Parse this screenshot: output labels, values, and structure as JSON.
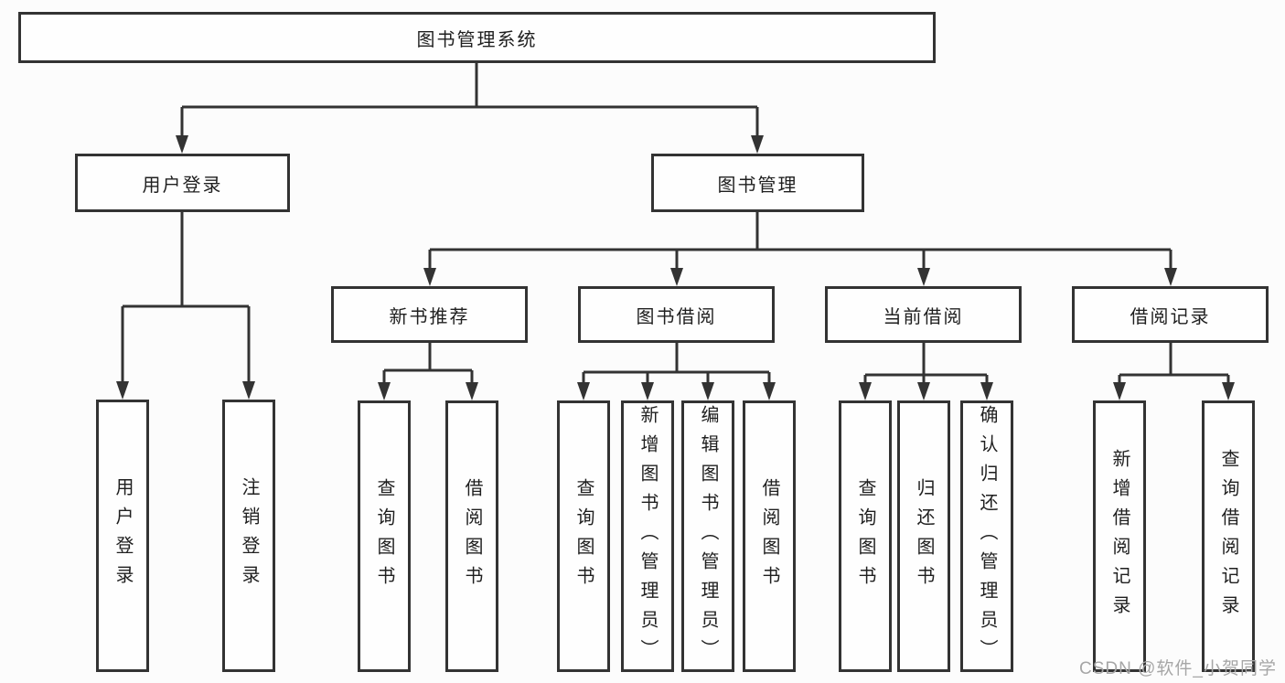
{
  "colors": {
    "background": "#fcfcfc",
    "line": "#333333",
    "box_border": "#333333",
    "box_fill": "#fefefe",
    "text": "#1f1f1f",
    "watermark": "#a6a6a6"
  },
  "tree": {
    "root": {
      "label": "图书管理系统"
    },
    "level2": [
      {
        "label": "用户登录"
      },
      {
        "label": "图书管理"
      }
    ],
    "level3": [
      {
        "label": "新书推荐"
      },
      {
        "label": "图书借阅"
      },
      {
        "label": "当前借阅"
      },
      {
        "label": "借阅记录"
      }
    ],
    "leaves": {
      "user": [
        "用户登录",
        "注销登录"
      ],
      "new_books": [
        "查询图书",
        "借阅图书"
      ],
      "book_borrow": [
        "查询图书",
        "新增图书（管理员）",
        "编辑图书（管理员）",
        "借阅图书"
      ],
      "current_borrow": [
        "查询图书",
        "归还图书",
        "确认归还（管理员）"
      ],
      "borrow_records": [
        "新增借阅记录",
        "查询借阅记录"
      ]
    }
  },
  "watermark": {
    "text": "CSDN @软件_小贺同学"
  }
}
